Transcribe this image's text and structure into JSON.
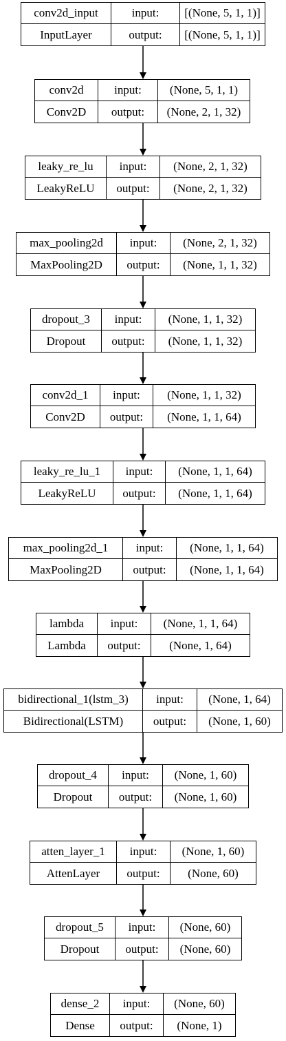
{
  "layers": [
    {
      "name": "conv2d_input",
      "type": "InputLayer",
      "in_label": "input:",
      "out_label": "output:",
      "input": "[(None, 5, 1, 1)]",
      "output": "[(None, 5, 1, 1)]"
    },
    {
      "name": "conv2d",
      "type": "Conv2D",
      "in_label": "input:",
      "out_label": "output:",
      "input": "(None, 5, 1, 1)",
      "output": "(None, 2, 1, 32)"
    },
    {
      "name": "leaky_re_lu",
      "type": "LeakyReLU",
      "in_label": "input:",
      "out_label": "output:",
      "input": "(None, 2, 1, 32)",
      "output": "(None, 2, 1, 32)"
    },
    {
      "name": "max_pooling2d",
      "type": "MaxPooling2D",
      "in_label": "input:",
      "out_label": "output:",
      "input": "(None, 2, 1, 32)",
      "output": "(None, 1, 1, 32)"
    },
    {
      "name": "dropout_3",
      "type": "Dropout",
      "in_label": "input:",
      "out_label": "output:",
      "input": "(None, 1, 1, 32)",
      "output": "(None, 1, 1, 32)"
    },
    {
      "name": "conv2d_1",
      "type": "Conv2D",
      "in_label": "input:",
      "out_label": "output:",
      "input": "(None, 1, 1, 32)",
      "output": "(None, 1, 1, 64)"
    },
    {
      "name": "leaky_re_lu_1",
      "type": "LeakyReLU",
      "in_label": "input:",
      "out_label": "output:",
      "input": "(None, 1, 1, 64)",
      "output": "(None, 1, 1, 64)"
    },
    {
      "name": "max_pooling2d_1",
      "type": "MaxPooling2D",
      "in_label": "input:",
      "out_label": "output:",
      "input": "(None, 1, 1, 64)",
      "output": "(None, 1, 1, 64)"
    },
    {
      "name": "lambda",
      "type": "Lambda",
      "in_label": "input:",
      "out_label": "output:",
      "input": "(None, 1, 1, 64)",
      "output": "(None, 1, 64)"
    },
    {
      "name": "bidirectional_1(lstm_3)",
      "type": "Bidirectional(LSTM)",
      "in_label": "input:",
      "out_label": "output:",
      "input": "(None, 1, 64)",
      "output": "(None, 1, 60)"
    },
    {
      "name": "dropout_4",
      "type": "Dropout",
      "in_label": "input:",
      "out_label": "output:",
      "input": "(None, 1, 60)",
      "output": "(None, 1, 60)"
    },
    {
      "name": "atten_layer_1",
      "type": "AttenLayer",
      "in_label": "input:",
      "out_label": "output:",
      "input": "(None, 1, 60)",
      "output": "(None, 60)"
    },
    {
      "name": "dropout_5",
      "type": "Dropout",
      "in_label": "input:",
      "out_label": "output:",
      "input": "(None, 60)",
      "output": "(None, 60)"
    },
    {
      "name": "dense_2",
      "type": "Dense",
      "in_label": "input:",
      "out_label": "output:",
      "input": "(None, 60)",
      "output": "(None, 1)"
    }
  ]
}
